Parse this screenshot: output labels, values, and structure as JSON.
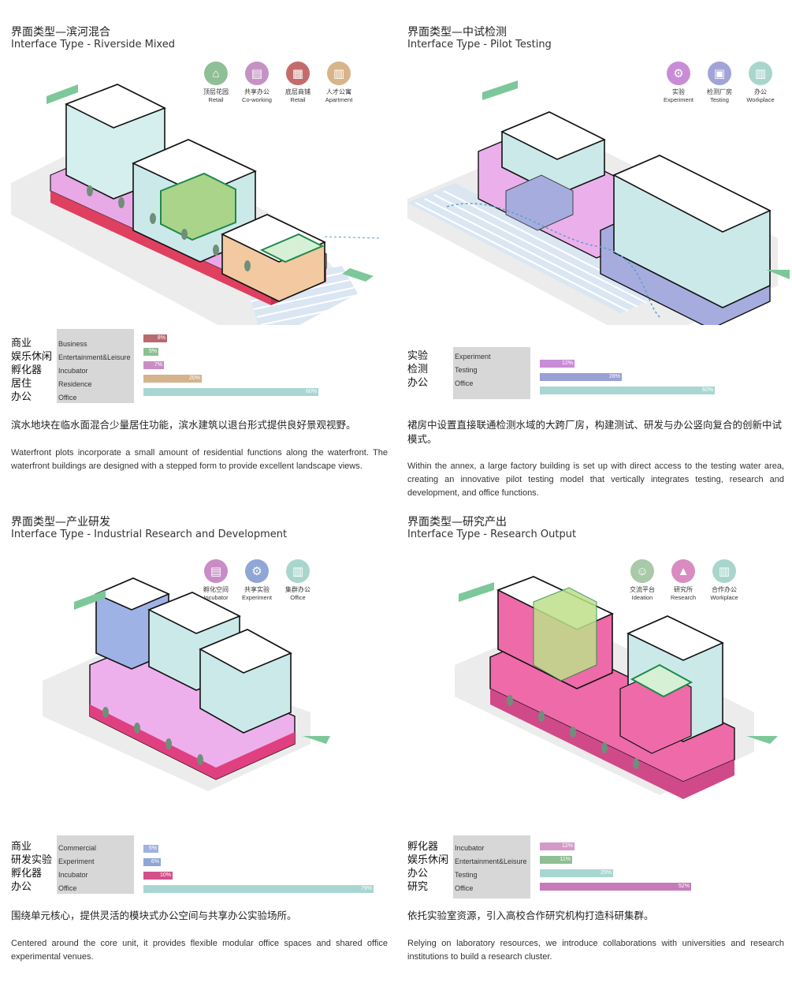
{
  "panels": [
    {
      "title_cn": "界面类型—滨河混合",
      "title_en": "Interface Type - Riverside Mixed",
      "icons": [
        {
          "cn": "顶层花园",
          "en": "Retail",
          "color": "#8fbf95",
          "icon": "garden-icon",
          "glyph": "⌂"
        },
        {
          "cn": "共享办公",
          "en": "Co-working",
          "color": "#c493c4",
          "icon": "coworking-icon",
          "glyph": "▤"
        },
        {
          "cn": "底层商铺",
          "en": "Retail",
          "color": "#c46b6b",
          "icon": "shop-icon",
          "glyph": "▦"
        },
        {
          "cn": "人才公寓",
          "en": "Apartment",
          "color": "#d8b48a",
          "icon": "apartment-icon",
          "glyph": "▥"
        }
      ],
      "rows": [
        {
          "cn": "商业",
          "en": "Business",
          "value": 8,
          "label": "8%",
          "color": "#b86a6f"
        },
        {
          "cn": "娱乐休闲",
          "en": "Entertainment&Leisure",
          "value": 5,
          "label": "5%",
          "color": "#8fbf95"
        },
        {
          "cn": "孵化器",
          "en": "Incubator",
          "value": 7,
          "label": "7%",
          "color": "#c98cc6"
        },
        {
          "cn": "居住",
          "en": "Residence",
          "value": 20,
          "label": "20%",
          "color": "#d6b38c"
        },
        {
          "cn": "办公",
          "en": "Office",
          "value": 60,
          "label": "60%",
          "color": "#a9d6d2"
        }
      ],
      "desc_cn": "滨水地块在临水面混合少量居住功能，滨水建筑以退台形式提供良好景观视野。",
      "desc_en": "Waterfront plots incorporate a small amount of residential functions along the waterfront. The waterfront buildings are designed with a stepped form to provide excellent landscape views."
    },
    {
      "title_cn": "界面类型—中试检测",
      "title_en": "Interface Type - Pilot Testing",
      "icons": [
        {
          "cn": "实验",
          "en": "Experiment",
          "color": "#c98cd6",
          "icon": "gear-icon",
          "glyph": "⚙"
        },
        {
          "cn": "检测厂房",
          "en": "Testing",
          "color": "#a3a3d8",
          "icon": "factory-icon",
          "glyph": "▣"
        },
        {
          "cn": "办公",
          "en": "Workplace",
          "color": "#a9d6cc",
          "icon": "office-icon",
          "glyph": "▥"
        }
      ],
      "rows": [
        {
          "cn": "实验",
          "en": "Experiment",
          "value": 12,
          "label": "12%",
          "color": "#c98cd6"
        },
        {
          "cn": "检测",
          "en": "Testing",
          "value": 28,
          "label": "28%",
          "color": "#9a9fd6"
        },
        {
          "cn": "办公",
          "en": "Office",
          "value": 60,
          "label": "60%",
          "color": "#a9d6d2"
        }
      ],
      "desc_cn": "裙房中设置直接联通检测水域的大跨厂房，构建测试、研发与办公竖向复合的创新中试模式。",
      "desc_en": "Within the annex, a large factory building is set up with direct access to the testing water area, creating an innovative pilot testing model that vertically integrates testing, research and development, and office functions."
    },
    {
      "title_cn": "界面类型—产业研发",
      "title_en": "Interface Type - Industrial Research and Development",
      "icons": [
        {
          "cn": "孵化空间",
          "en": "Incubator",
          "color": "#c98cc6",
          "icon": "incubator-icon",
          "glyph": "▤"
        },
        {
          "cn": "共享实验",
          "en": "Experiment",
          "color": "#8fa6d6",
          "icon": "gear-icon",
          "glyph": "⚙"
        },
        {
          "cn": "集群办公",
          "en": "Office",
          "color": "#a9d6cc",
          "icon": "office-icon",
          "glyph": "▥"
        }
      ],
      "rows": [
        {
          "cn": "商业",
          "en": "Commercial",
          "value": 5,
          "label": "5%",
          "color": "#9fb2de"
        },
        {
          "cn": "研发实验",
          "en": "Experiment",
          "value": 6,
          "label": "6%",
          "color": "#8fa6d6"
        },
        {
          "cn": "孵化器",
          "en": "Incubator",
          "value": 10,
          "label": "10%",
          "color": "#d1508a"
        },
        {
          "cn": "办公",
          "en": "Office",
          "value": 79,
          "label": "79%",
          "color": "#a9d6d2"
        }
      ],
      "desc_cn": "围绕单元核心，提供灵活的模块式办公空间与共享办公实验场所。",
      "desc_en": "Centered around the core unit, it provides flexible modular office spaces and shared office experimental venues."
    },
    {
      "title_cn": "界面类型—研究产出",
      "title_en": "Interface Type - Research Output",
      "icons": [
        {
          "cn": "交流平台",
          "en": "Ideation",
          "color": "#a9c9a9",
          "icon": "people-icon",
          "glyph": "☺"
        },
        {
          "cn": "研究所",
          "en": "Research",
          "color": "#d98cbf",
          "icon": "graduation-cap-icon",
          "glyph": "▲"
        },
        {
          "cn": "合作办公",
          "en": "Workplace",
          "color": "#a9d6cc",
          "icon": "office-icon",
          "glyph": "▥"
        }
      ],
      "rows": [
        {
          "cn": "孵化器",
          "en": "Incubator",
          "value": 12,
          "label": "12%",
          "color": "#d39ac9"
        },
        {
          "cn": "娱乐休闲",
          "en": "Entertainment&Leisure",
          "value": 11,
          "label": "11%",
          "color": "#8fbf95"
        },
        {
          "cn": "办公",
          "en": "Testing",
          "value": 25,
          "label": "25%",
          "color": "#a9d6d2"
        },
        {
          "cn": "研究",
          "en": "Office",
          "value": 52,
          "label": "52%",
          "color": "#c57bb9"
        }
      ],
      "desc_cn": "依托实验室资源，引入高校合作研究机构打造科研集群。",
      "desc_en": "Relying on laboratory resources, we introduce collaborations with universities and research institutions to build a research cluster."
    }
  ]
}
